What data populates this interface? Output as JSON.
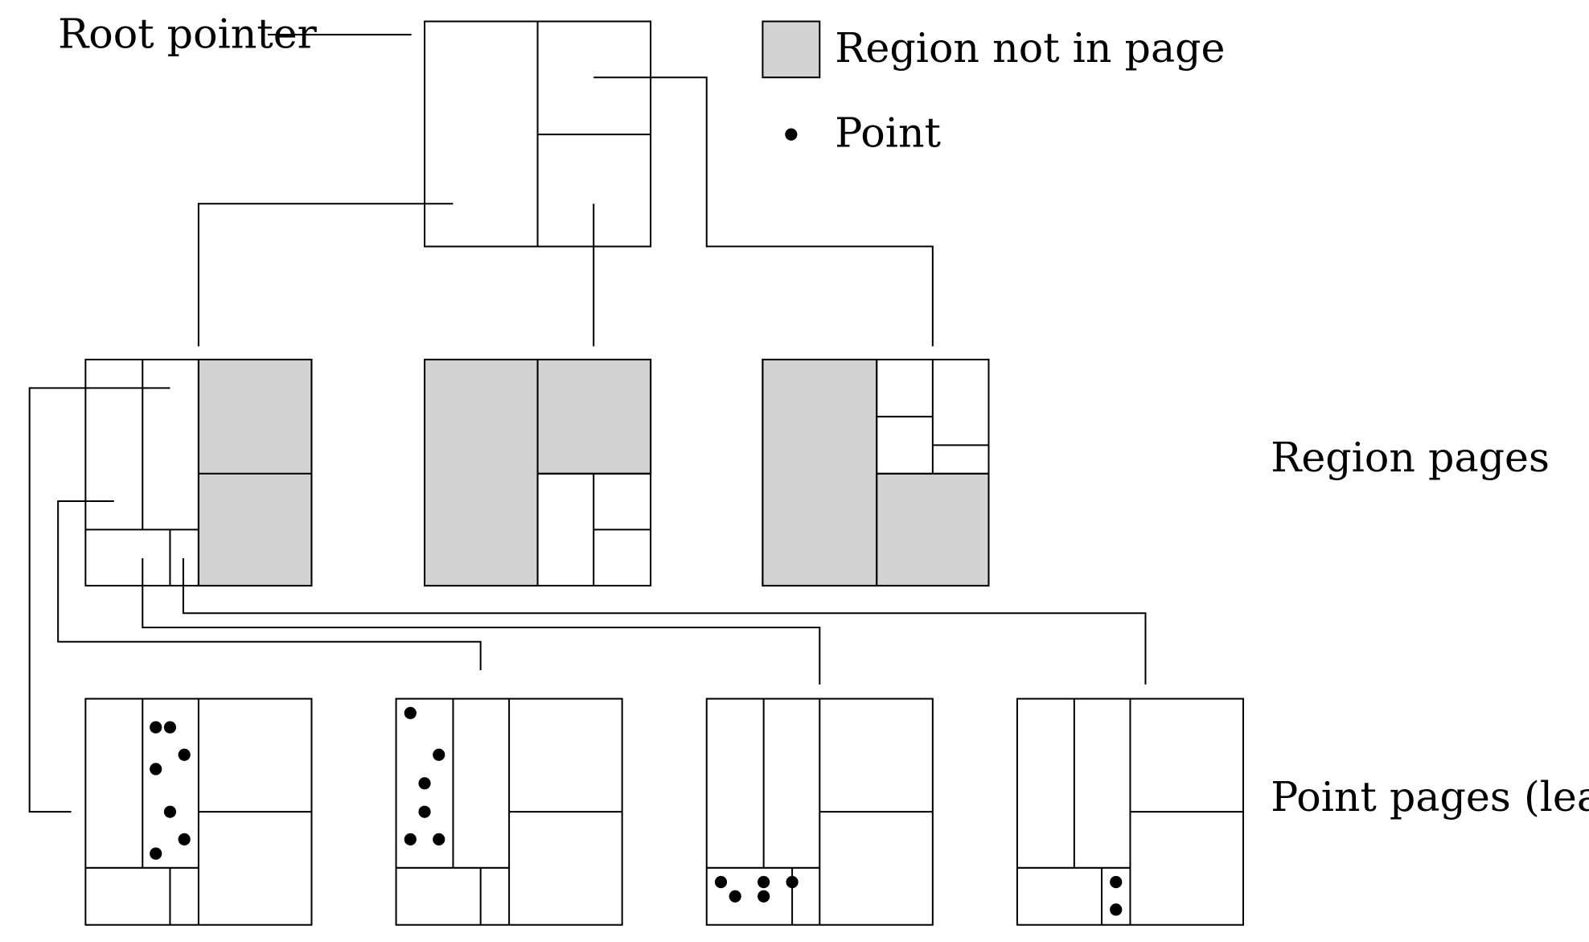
{
  "labels": {
    "root_pointer": "Root pointer",
    "legend_region": "Region not in page",
    "legend_point": "Point",
    "region_pages": "Region pages",
    "point_pages": "Point pages (leaves)"
  },
  "colors": {
    "region_fill": "#d3d3d3",
    "stroke": "#000000",
    "point": "#000000"
  }
}
